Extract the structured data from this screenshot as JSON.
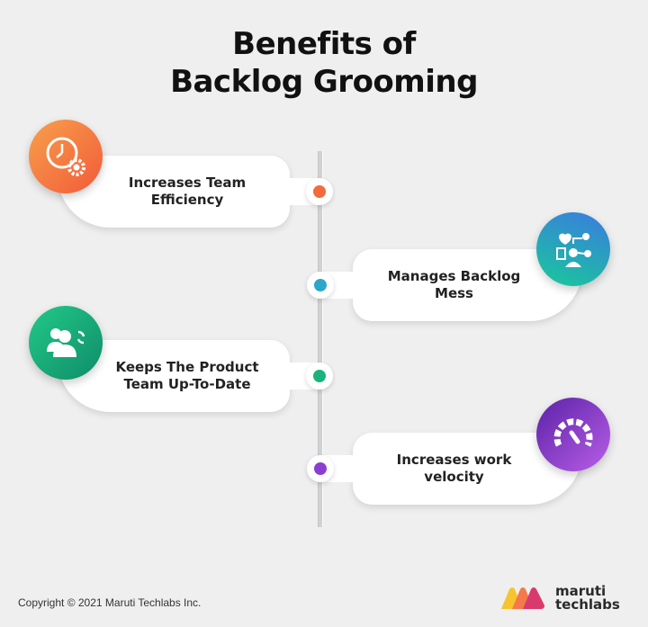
{
  "title": {
    "line1": "Benefits of",
    "line2": "Backlog Grooming"
  },
  "benefits": [
    {
      "label_line1": "Increases Team",
      "label_line2": "Efficiency",
      "side": "left",
      "icon": "clock-gear-icon",
      "color": "#f26b3a",
      "color2": "#f7a04b"
    },
    {
      "label_line1": "Manages Backlog",
      "label_line2": "Mess",
      "side": "right",
      "icon": "person-network-icon",
      "color": "#19b7a0",
      "color2": "#3a7be0"
    },
    {
      "label_line1": "Keeps The Product",
      "label_line2": "Team Up-To-Date",
      "side": "left",
      "icon": "team-sync-icon",
      "color": "#18b57c",
      "color2": "#0e8f6b"
    },
    {
      "label_line1": "Increases work",
      "label_line2": "velocity",
      "side": "right",
      "icon": "speedometer-icon",
      "color": "#7b2fc0",
      "color2": "#b35ce0"
    }
  ],
  "footer": {
    "copyright": "Copyright © 2021 Maruti Techlabs Inc.",
    "logo_line1": "maruti",
    "logo_line2": "techlabs"
  }
}
